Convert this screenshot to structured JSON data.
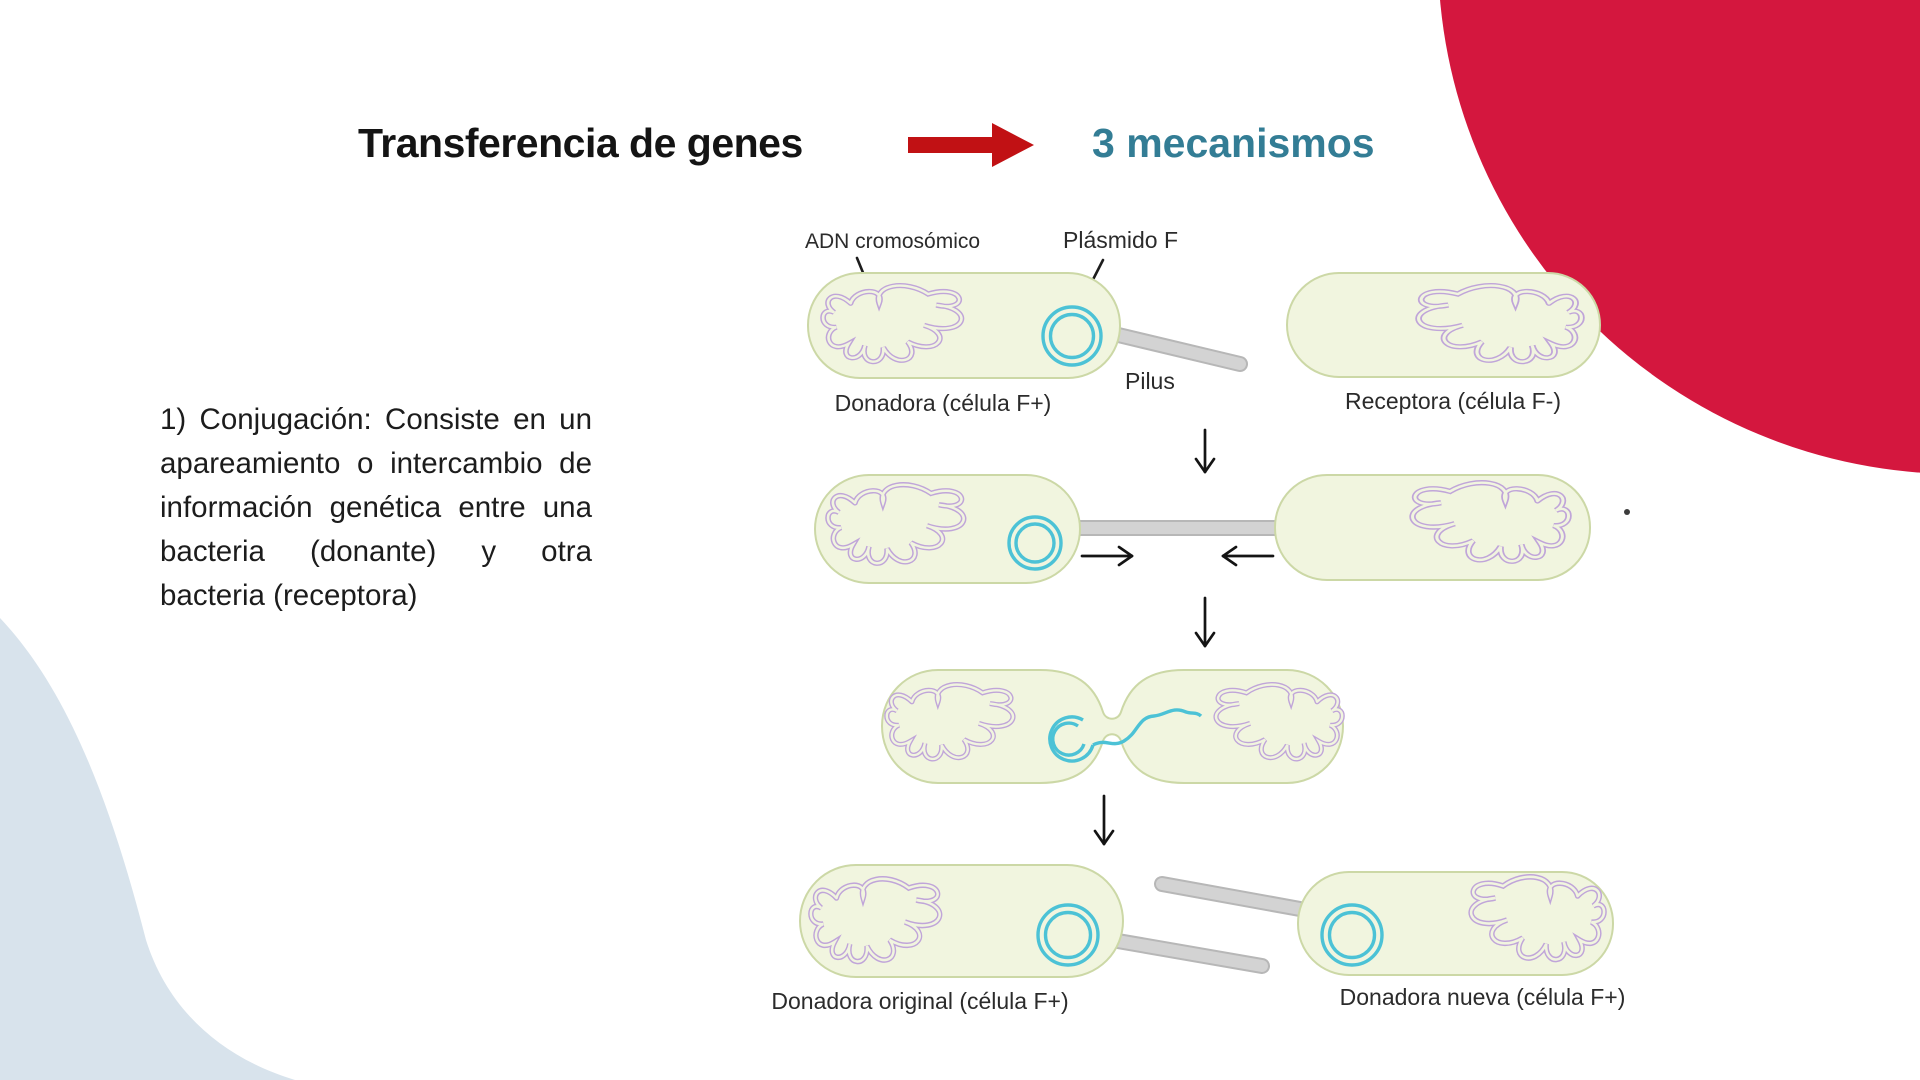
{
  "slide": {
    "title": "Transferencia de genes",
    "subtitle": "3 mecanismos",
    "paragraph_lines": [
      "1) Conjugación: Consiste en un",
      "apareamiento o intercambio de",
      "información genética entre una",
      "bacteria (donante) y otra",
      "bacteria (receptora)"
    ],
    "diagram": {
      "labels": {
        "adn": "ADN cromosómico",
        "plasmido": "Plásmido F",
        "pilus": "Pilus",
        "donadora": "Donadora (célula F+)",
        "receptora": "Receptora (célula F-)",
        "donadora_original": "Donadora original (célula F+)",
        "donadora_nueva": "Donadora nueva (célula F+)"
      }
    },
    "colors": {
      "accent_red": "#d4173e",
      "arrow_red": "#c11114",
      "teal": "#337d95",
      "cell_fill": "#f1f5df",
      "cell_stroke": "#ccd8a6",
      "dna_purple": "#c0a5d9",
      "plasmid_teal": "#4cc2d6",
      "pilus_gray": "#d3d3d3",
      "wave_blue": "#d8e3ec"
    }
  }
}
